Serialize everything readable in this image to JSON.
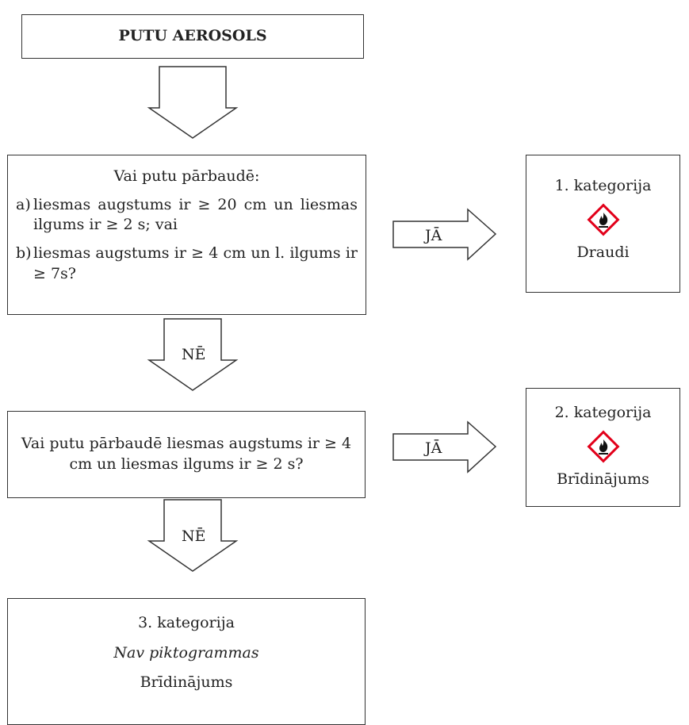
{
  "start": {
    "title": "PUTU AEROSOLS"
  },
  "question1": {
    "intro": "Vai putu pārbaudē:",
    "item_a": {
      "label": "a)",
      "text": "liesmas augstums ir ≥ 20 cm un liesmas ilgums ir ≥ 2 s; vai"
    },
    "item_b": {
      "label": "b)",
      "text": "liesmas augstums ir ≥ 4 cm un l. ilgums ir ≥ 7s?"
    }
  },
  "question2": {
    "text": "Vai putu pārbaudē liesmas augstums ir ≥ 4 cm un liesmas ilgums ir ≥ 2 s?"
  },
  "arrows": {
    "yes1": "JĀ",
    "no1": "NĒ",
    "yes2": "JĀ",
    "no2": "NĒ"
  },
  "category1": {
    "title": "1. kategorija",
    "signal": "Draudi",
    "pictogram": "flame-icon"
  },
  "category2": {
    "title": "2. kategorija",
    "signal": "Brīdinājums",
    "pictogram": "flame-icon"
  },
  "category3": {
    "title": "3. kategorija",
    "note": "Nav piktogrammas",
    "signal": "Brīdinājums"
  },
  "colors": {
    "pictogram_border": "#e2001a",
    "line": "#333333"
  }
}
